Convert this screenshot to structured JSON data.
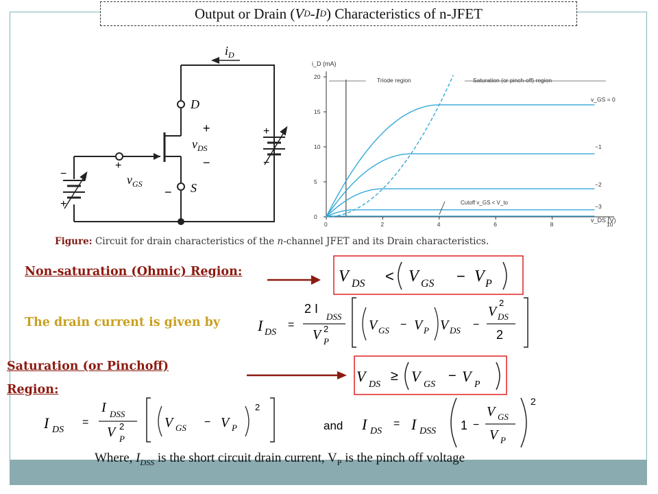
{
  "title": {
    "prefix": "Output or Drain (",
    "v": "V",
    "d1": "D",
    "dash": "-",
    "i": "I",
    "d2": "D",
    "suffix": ") Characteristics of n-JFET"
  },
  "circuit": {
    "id_label": "i",
    "id_sub": "D",
    "D": "D",
    "S": "S",
    "vds": "v",
    "vds_sub": "DS",
    "vgs": "v",
    "vgs_sub": "GS",
    "plus": "+",
    "minus": "−"
  },
  "chart_data": {
    "type": "line",
    "xlabel": "v_DS (V)",
    "ylabel": "i_D (mA)",
    "xlim": [
      0,
      10
    ],
    "ylim": [
      0,
      20
    ],
    "x_ticks": [
      "0",
      "2",
      "4",
      "6",
      "8",
      "10"
    ],
    "y_ticks": [
      "0",
      "5",
      "10",
      "15",
      "20"
    ],
    "region_labels": [
      "Triode region",
      "Saturation (or pinch-off) region"
    ],
    "cutoff_label": "Cutoff  v_GS < V_to",
    "series": [
      {
        "name": "v_GS = 0",
        "saturation_current": 16
      },
      {
        "name": "−1",
        "saturation_current": 9
      },
      {
        "name": "−2",
        "saturation_current": 4
      },
      {
        "name": "−3",
        "saturation_current": 1
      }
    ],
    "pinchoff_boundary": {
      "k": 16,
      "vp": 4
    }
  },
  "caption": {
    "bold": "Figure:",
    "text1": " Circuit for drain characteristics of the ",
    "n": "n",
    "text2": "-channel JFET and its Drain characteristics."
  },
  "nonsat": {
    "heading": "Non-saturation (Ohmic) Region:",
    "cond": {
      "v1": "V",
      "ds": "DS",
      "lt": "<",
      "v2": "V",
      "gs": "GS",
      "minus": "−",
      "v3": "V",
      "p": "P"
    }
  },
  "drain": {
    "text": "The drain current is given by",
    "eq": {
      "I": "I",
      "ds": "DS",
      "eq": "=",
      "num": "2 I",
      "dss": "DSS",
      "den_v": "V",
      "den_2": "2",
      "den_p": "P",
      "v1": "V",
      "gs": "GS",
      "minus": "−",
      "v2": "V",
      "p": "P",
      "v3": "V",
      "ds2": "DS",
      "minus2": "−",
      "n_v": "V",
      "n_2": "2",
      "n_ds": "DS",
      "d_2": "2"
    }
  },
  "sat": {
    "heading1": "Saturation (or Pinchoff)",
    "heading2": "Region:",
    "cond": {
      "v1": "V",
      "ds": "DS",
      "ge": "≥",
      "v2": "V",
      "gs": "GS",
      "minus": "−",
      "v3": "V",
      "p": "P"
    }
  },
  "sateq1": {
    "I": "I",
    "ds": "DS",
    "eq": "=",
    "num": "I",
    "dss": "DSS",
    "den_v": "V",
    "den_2": "2",
    "den_p": "P",
    "v1": "V",
    "gs": "GS",
    "minus": "−",
    "v2": "V",
    "p": "P",
    "sq": "2"
  },
  "sateq2": {
    "and": "and",
    "I": "I",
    "ds": "DS",
    "eq": "=",
    "I2": "I",
    "dss": "DSS",
    "one": "1",
    "minus": "−",
    "num_v": "V",
    "num_gs": "GS",
    "den_v": "V",
    "den_p": "P",
    "sq": "2"
  },
  "where": {
    "t1": "Where, ",
    "idss": "I",
    "dss": "DSS",
    "t2": " is the short circuit drain current, V",
    "p": "P",
    "t3": " is the pinch off voltage"
  },
  "colors": {
    "heading_red": "#8b1a10",
    "heading_gold": "#c8a020",
    "curve": "#33a8d8",
    "box_red": "#e02020",
    "arrow": "#8b1a10"
  }
}
